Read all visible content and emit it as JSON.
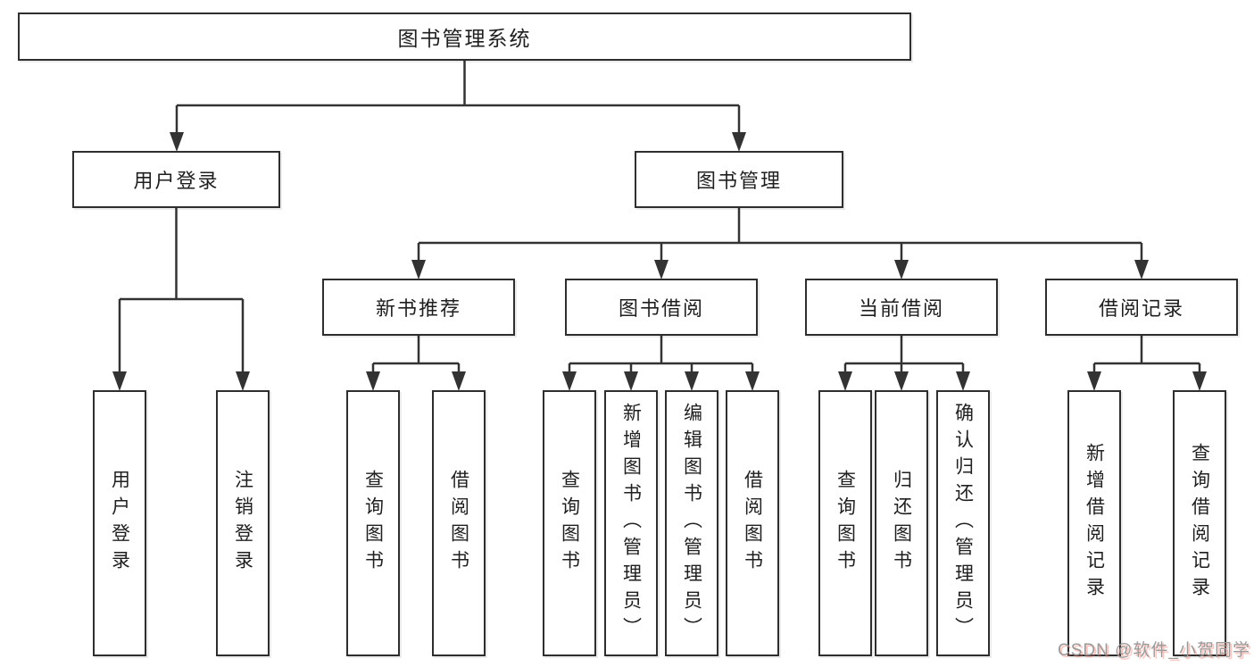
{
  "colors": {
    "line": "#333333",
    "box_border": "#2e2e2e",
    "text": "#1f1f1f",
    "background": "#ffffff",
    "watermark_gray": "#9a9a9a",
    "watermark_red": "#ef6a5e"
  },
  "watermark": {
    "text": "CSDN @软件_小贺同学"
  },
  "tree": {
    "root": {
      "label": "图书管理系统"
    },
    "branches": [
      {
        "label": "用户登录",
        "children": [
          {
            "label": "用户登录"
          },
          {
            "label": "注销登录"
          }
        ]
      },
      {
        "label": "图书管理",
        "children": [
          {
            "label": "新书推荐",
            "children": [
              {
                "label": "查询图书"
              },
              {
                "label": "借阅图书"
              }
            ]
          },
          {
            "label": "图书借阅",
            "children": [
              {
                "label": "查询图书"
              },
              {
                "label": "新增图书（管理员）"
              },
              {
                "label": "编辑图书（管理员）"
              },
              {
                "label": "借阅图书"
              }
            ]
          },
          {
            "label": "当前借阅",
            "children": [
              {
                "label": "查询图书"
              },
              {
                "label": "归还图书"
              },
              {
                "label": "确认归还（管理员）"
              }
            ]
          },
          {
            "label": "借阅记录",
            "children": [
              {
                "label": "新增借阅记录"
              },
              {
                "label": "查询借阅记录"
              }
            ]
          }
        ]
      }
    ]
  }
}
